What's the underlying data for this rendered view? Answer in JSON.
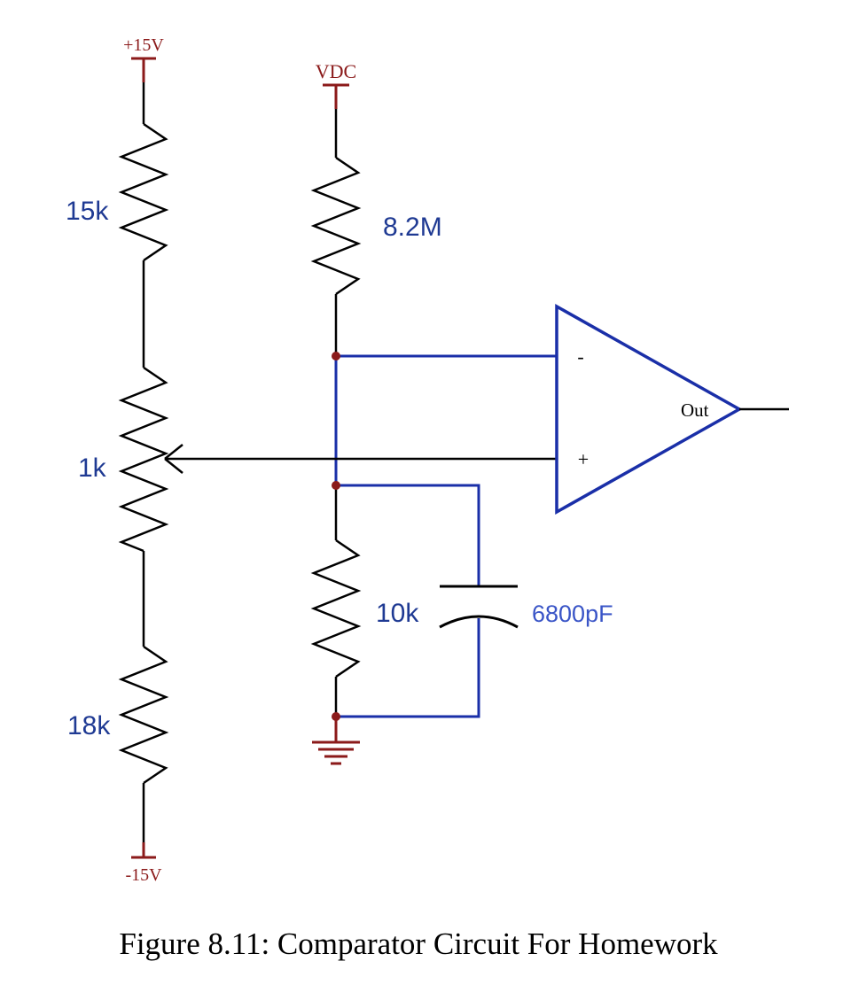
{
  "circuit": {
    "supply_positive": {
      "label": "+15V"
    },
    "supply_negative": {
      "label": "-15V"
    },
    "supply_vdc": {
      "label": "VDC"
    },
    "resistor_top": {
      "label": "15k"
    },
    "potentiometer": {
      "label": "1k"
    },
    "resistor_bottom": {
      "label": "18k"
    },
    "resistor_feed": {
      "label": "8.2M"
    },
    "resistor_timing": {
      "label": "10k"
    },
    "capacitor": {
      "label": "6800pF"
    },
    "opamp": {
      "output_label": "Out",
      "inverting_label": "-",
      "noninverting_label": "+"
    }
  },
  "colors": {
    "supply": "#8b1a1a",
    "component_label": "#1f3a93",
    "capacitor_label": "#3a55c7",
    "blue_wire": "#1a2fa8",
    "black_wire": "#000000",
    "node_dot": "#8b1a1a"
  },
  "caption": "Figure 8.11: Comparator Circuit For Homework"
}
